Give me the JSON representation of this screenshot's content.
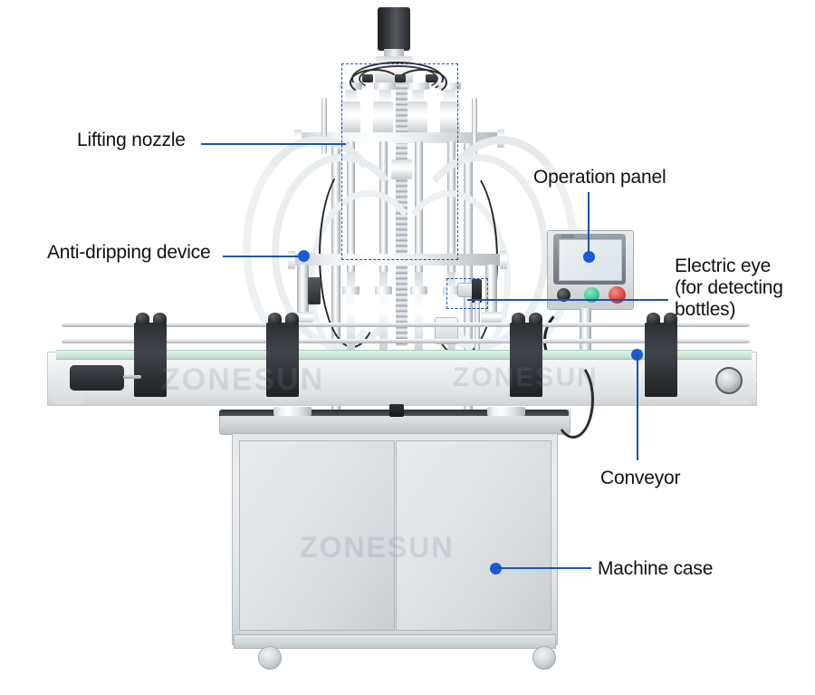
{
  "scene": {
    "subject": "ZONESUN automatic liquid filling machine",
    "background_color": "#ffffff",
    "brand_watermark": "ZONESUN",
    "annotation_color": "#1B55A8",
    "annotation_dot_color": "#1A5BD0"
  },
  "annotations": [
    {
      "id": "lifting-nozzle",
      "label": "Lifting nozzle",
      "label_lines": [
        "Lifting nozzle"
      ],
      "leader": "horizontal",
      "target": "nozzle assembly at top of machine"
    },
    {
      "id": "anti-dripping-device",
      "label": "Anti-dripping device",
      "label_lines": [
        "Anti-dripping device"
      ],
      "leader": "horizontal-with-dot",
      "target": "horizontal bar below nozzles"
    },
    {
      "id": "operation-panel",
      "label": "Operation panel",
      "label_lines": [
        "Operation panel"
      ],
      "leader": "vertical-with-dot",
      "target": "touch screen control box"
    },
    {
      "id": "electric-eye",
      "label": "Electric eye (for detecting bottles)",
      "label_lines": [
        "Electric eye",
        "(for detecting",
        "bottles)"
      ],
      "leader": "horizontal",
      "target": "photoelectric sensor near conveyor"
    },
    {
      "id": "conveyor",
      "label": "Conveyor",
      "label_lines": [
        "Conveyor"
      ],
      "leader": "vertical-with-dot",
      "target": "belt conveyor line"
    },
    {
      "id": "machine-case",
      "label": "Machine case",
      "label_lines": [
        "Machine case"
      ],
      "leader": "horizontal-with-dot",
      "target": "stainless steel cabinet"
    }
  ],
  "machine": {
    "nozzle_count": 4,
    "cabinet": {
      "door_count": 2,
      "caster_count": 2,
      "watermark": "ZONESUN"
    },
    "conveyor": {
      "watermark": "ZONESUN",
      "guide_rail_count": 2,
      "clamp_count": 4
    },
    "operation_panel": {
      "screen_label": "",
      "buttons": [
        "knob",
        "green-start-button",
        "red-stop-button"
      ]
    }
  }
}
